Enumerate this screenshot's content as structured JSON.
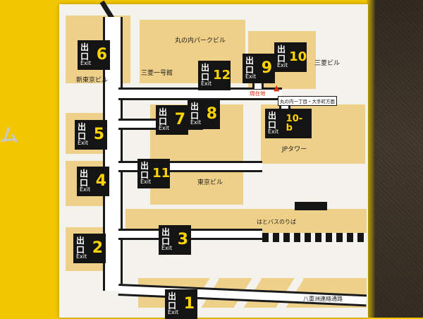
{
  "side_text": "ム",
  "exit_box": {
    "jp": "出口",
    "en": "Exit"
  },
  "exits": {
    "e1": "1",
    "e2": "2",
    "e3": "3",
    "e4": "4",
    "e5": "5",
    "e6": "6",
    "e7": "7",
    "e8": "8",
    "e9": "9",
    "e10": "10",
    "e10b": "10-b",
    "e11": "11",
    "e12": "12"
  },
  "labels": {
    "marunouchi_park": "丸の内パークビル",
    "mitsubishi_bldg": "三菱ビル",
    "shin_tokyo_bldg": "新東京ビル",
    "mitsubishi_ichigokan": "三菱一号館",
    "jp_tower": "JPタワー",
    "tokyo_bldg": "東京ビル",
    "hato_bus": "はとバスのりば",
    "yaesu_passage": "八重洲連絡通路",
    "direction": "丸の内一丁目・大手町方面",
    "current_location": "現在地"
  },
  "colors": {
    "sign_yellow": "#f3c700",
    "building_tan": "#efd089",
    "exit_number_yellow": "#ffd300",
    "marker_red": "#e02f10"
  }
}
